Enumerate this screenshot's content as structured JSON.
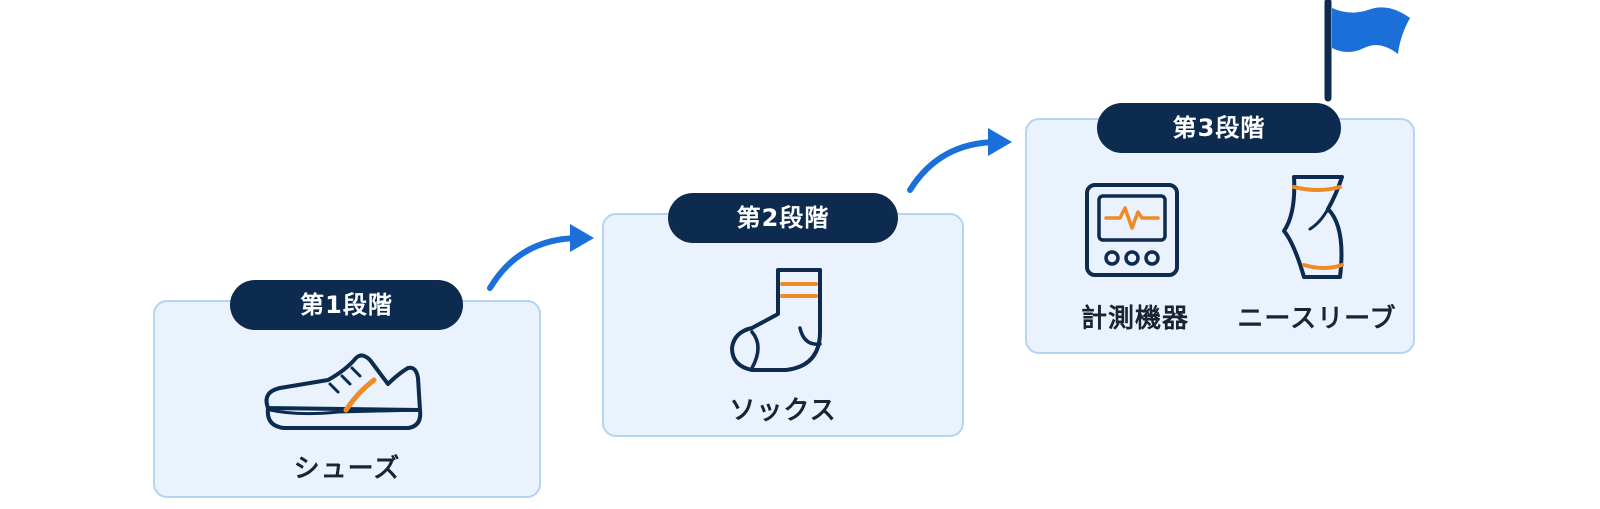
{
  "stages": [
    {
      "label": "第1段階",
      "items": [
        {
          "label": "シューズ",
          "icon": "shoe-icon"
        }
      ]
    },
    {
      "label": "第2段階",
      "items": [
        {
          "label": "ソックス",
          "icon": "sock-icon"
        }
      ]
    },
    {
      "label": "第3段階",
      "items": [
        {
          "label": "計測機器",
          "icon": "monitor-icon"
        },
        {
          "label": "ニースリーブ",
          "icon": "knee-sleeve-icon"
        }
      ]
    }
  ],
  "colors": {
    "navy": "#0d2b4f",
    "box_fill": "#eaf3fd",
    "box_border": "#b5d3f4",
    "arrow_blue": "#1a6fd8",
    "accent_orange": "#f08a24",
    "flag_blue": "#1a6fd8"
  },
  "decorations": {
    "arrows": [
      "arrow-1-to-2",
      "arrow-2-to-3"
    ],
    "goal": "flag-icon"
  }
}
